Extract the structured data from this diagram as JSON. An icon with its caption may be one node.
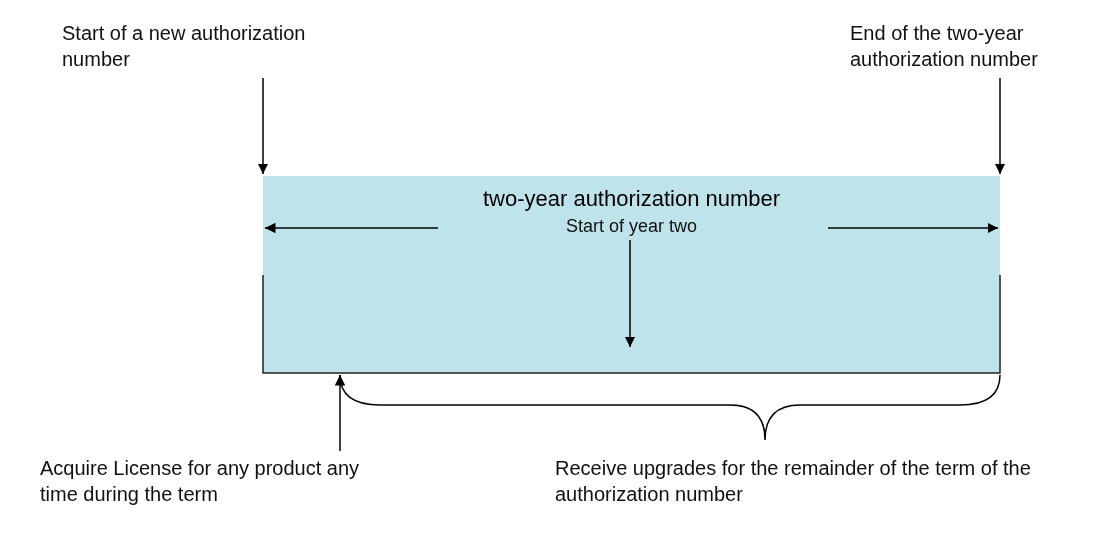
{
  "diagram": {
    "nodes": [
      {
        "text": [
          "Start of a new authorization number"
        ]
      },
      {
        "text": [
          "End of the two-year authorization number"
        ]
      },
      {
        "text": [
          "two-year authorization number"
        ]
      },
      {
        "text": [
          "Start of year two"
        ],
        "in": 2
      },
      {
        "text": [
          "Acquire License for any product any time during the term"
        ]
      }
    ],
    "edges": [
      {
        "from": 0,
        "to": 2,
        "arrow": "to"
      },
      {
        "from": 1,
        "to": 2,
        "arrow": "to"
      },
      {
        "from": 3,
        "to": 2,
        "arrow": "to"
      },
      {
        "from": 4,
        "to": 2,
        "arrow": "to"
      }
    ],
    "labels": [
      "Receive upgrades for the remainder of the term of the authorization number"
    ]
  }
}
